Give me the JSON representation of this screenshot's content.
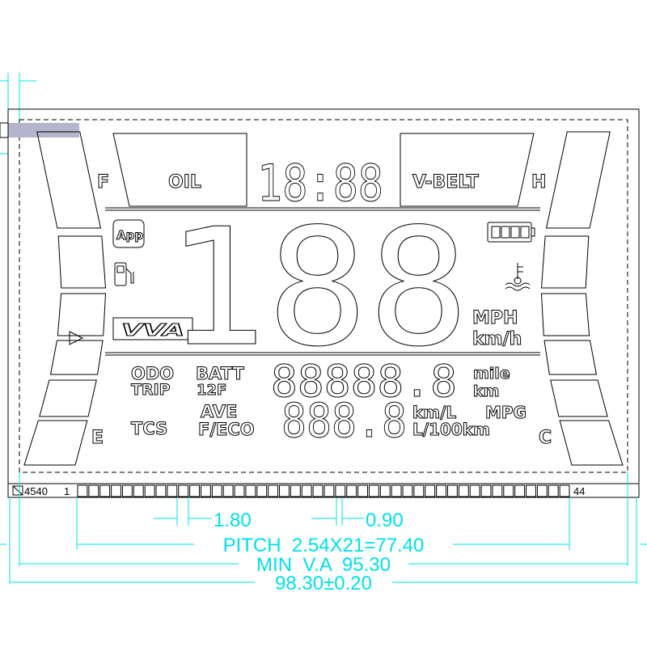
{
  "gauges": {
    "fuel_full": "F",
    "fuel_empty": "E",
    "temp_hot": "H",
    "temp_cold": "C"
  },
  "top": {
    "oil": "OIL",
    "clock": "18:88",
    "vbelt": "V-BELT"
  },
  "icons": {
    "app": "App",
    "vva": "VVA",
    "fuel": "fuel-pump-icon",
    "battery": "battery-icon",
    "coolant": "coolant-temp-icon"
  },
  "speed": {
    "digits": "188",
    "unit_mph": "MPH",
    "unit_kmh": "km/h"
  },
  "odo": {
    "odo": "ODO",
    "trip": "TRIP",
    "batt": "BATT",
    "trip_sel": "12F",
    "value": "88888.8",
    "unit_mile": "mile",
    "unit_km": "km"
  },
  "eco": {
    "tcs": "TCS",
    "ave": "AVE",
    "feco": "F/ECO",
    "value": "888.8",
    "unit_kml": "km/L",
    "unit_mpg": "MPG",
    "unit_l100": "L/100km"
  },
  "pins": {
    "part": "4540",
    "first": "1",
    "last": "44",
    "count": 44
  },
  "dimensions": {
    "pin_width": "1.80",
    "gap": "0.90",
    "pitch": "PITCH  2.54X21=77.40",
    "view_area": "MIN  V.A  95.30",
    "overall": "98.30±0.20"
  },
  "colors": {
    "dimension": "#00e0ea",
    "line": "#000000",
    "highlight": "#b4b4cc"
  }
}
